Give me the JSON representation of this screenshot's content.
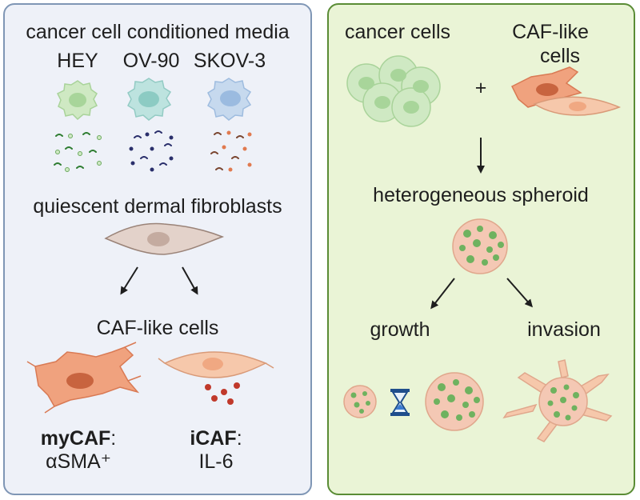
{
  "left_panel": {
    "title": "cancer cell conditioned media",
    "cell_lines": [
      "HEY",
      "OV-90",
      "SKOV-3"
    ],
    "fibroblast_label": "quiescent dermal fibroblasts",
    "caf_label": "CAF-like cells",
    "mycaf": {
      "name": "myCAF",
      "colon": ":",
      "marker": "αSMA⁺"
    },
    "icaf": {
      "name": "iCAF",
      "colon": ":",
      "marker": "IL-6"
    }
  },
  "right_panel": {
    "cancer_cells_label": "cancer cells",
    "plus": "+",
    "caf_like_label_line1": "CAF-like",
    "caf_like_label_line2": "cells",
    "spheroid_label": "heterogeneous spheroid",
    "growth_label": "growth",
    "invasion_label": "invasion"
  },
  "colors": {
    "left_bg": "#eef1f8",
    "left_border": "#7f96b5",
    "right_bg": "#eaf4d6",
    "right_border": "#5a8c35",
    "hey_cell": "#cfe9c3",
    "ov90_cell": "#bde3df",
    "skov3_cell": "#c6d9ee",
    "caf_orange": "#f0a27e",
    "spheroid_fill": "#f4c8b4",
    "spheroid_dots": "#6fb25f"
  }
}
